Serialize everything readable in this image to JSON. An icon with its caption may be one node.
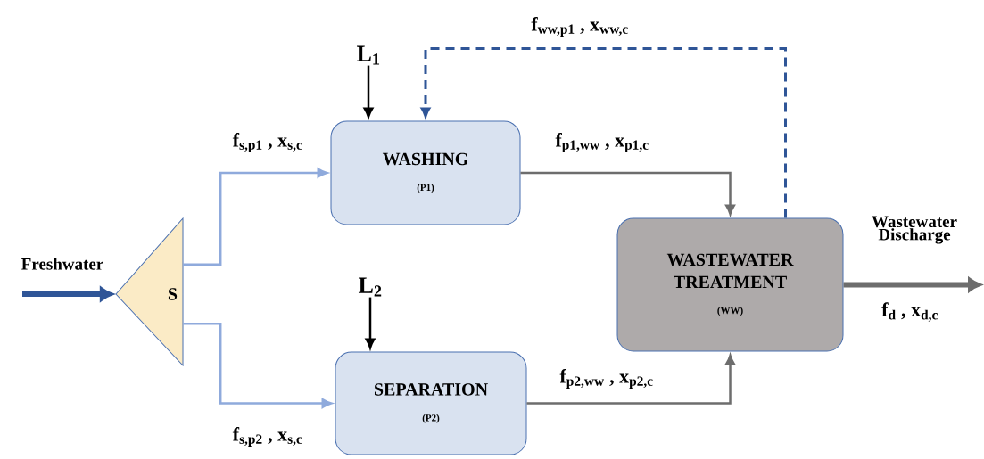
{
  "diagram": {
    "nodes": [
      {
        "text": [
          "S"
        ]
      },
      {
        "text": [
          "WASHING",
          "(P1)"
        ]
      },
      {
        "text": [
          "SEPARATION",
          "(P2)"
        ]
      },
      {
        "text": [
          "WASTEWATER TREATMENT",
          "(WW)"
        ]
      },
      {
        "text": [
          "L$_{1}$"
        ]
      },
      {
        "text": [
          "L$_{2}$"
        ]
      }
    ],
    "edges": [
      {
        "from": null,
        "to": 0,
        "arrow": "to",
        "label": "Freshwater",
        "style": "thick",
        "color": "#2f5597"
      },
      {
        "from": 0,
        "to": 1,
        "arrow": "to",
        "label": "f$_{s,p1}$ , x$_{s,c}$",
        "color": "#8faadc"
      },
      {
        "from": 0,
        "to": 2,
        "arrow": "to",
        "label": "f$_{s,p2}$ , x$_{s,c}$",
        "color": "#8faadc"
      },
      {
        "from": 4,
        "to": 1,
        "arrow": "to",
        "color": "#000000"
      },
      {
        "from": 5,
        "to": 2,
        "arrow": "to",
        "color": "#000000"
      },
      {
        "from": 1,
        "to": 3,
        "arrow": "to",
        "label": "f$_{p1,ww}$ , x$_{p1,c}$"
      },
      {
        "from": 2,
        "to": 3,
        "arrow": "to",
        "label": "f$_{p2,ww}$ , x$_{p2,c}$"
      },
      {
        "from": 3,
        "to": 1,
        "arrow": "to",
        "label": "f$_{ww,p1}$ , x$_{ww,c}$",
        "style": "dashed",
        "color": "#2f5597"
      },
      {
        "from": 3,
        "to": null,
        "arrow": "to",
        "label": "f$_{d}$ , x$_{d,c}$",
        "style": "thick"
      }
    ],
    "labels": [
      "Wastewater Discharge"
    ]
  }
}
